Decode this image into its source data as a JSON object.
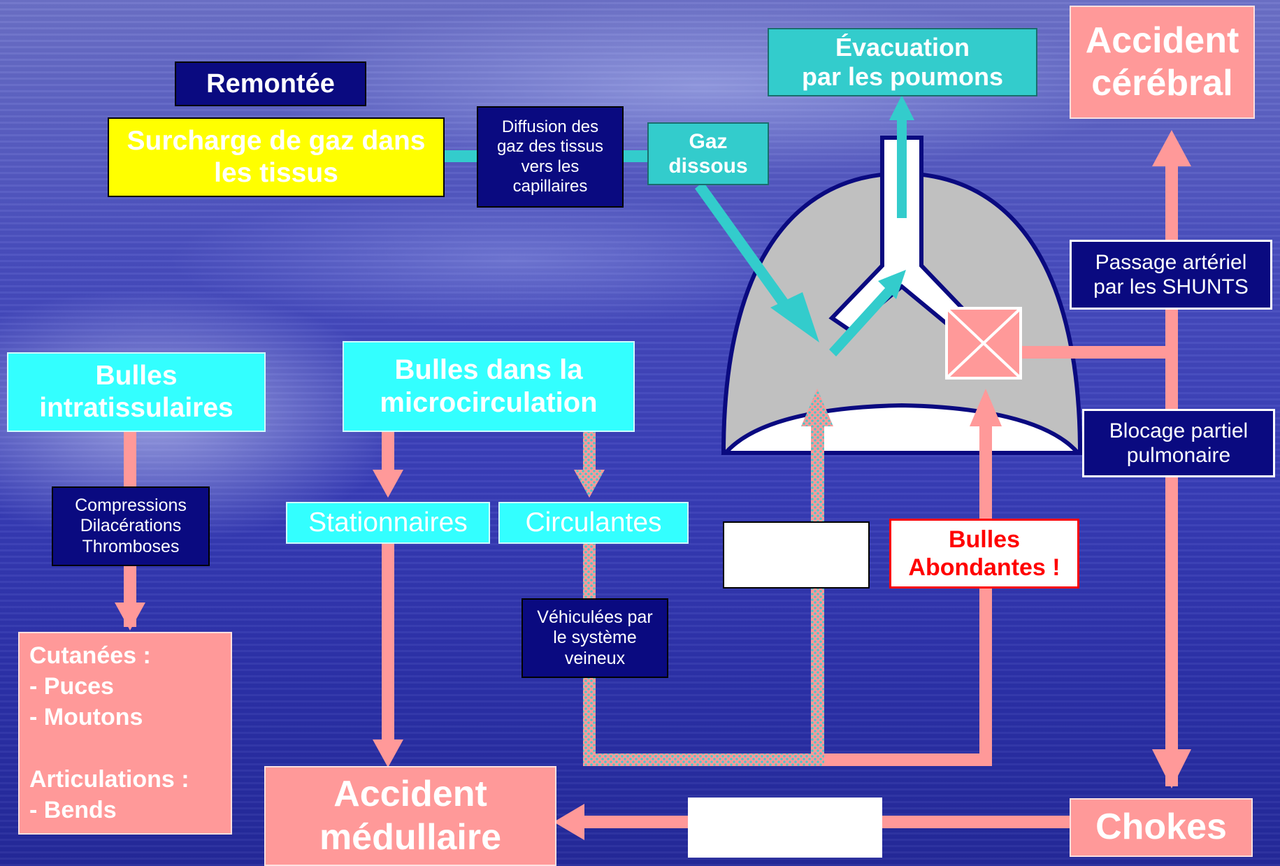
{
  "colors": {
    "navy": "#0a0a80",
    "cyan": "#33ffff",
    "teal": "#33cccc",
    "salmon": "#ff9999",
    "yellow": "#ffff00",
    "alert_red": "#ff0000",
    "lung_grey": "#c0c0c0"
  },
  "boxes": {
    "remontee": "Remontée",
    "surcharge": "Surcharge de gaz dans\nles tissus",
    "diffusion": "Diffusion des\ngaz des tissus\nvers les\ncapillaires",
    "gaz_dissous": "Gaz\ndissous",
    "evacuation": "Évacuation\npar les poumons",
    "accident_cerebral": "Accident\ncérébral",
    "passage_arteriel": "Passage artériel\npar les SHUNTS",
    "blocage_partiel": "Blocage partiel\npulmonaire",
    "bulles_intratissulaires": "Bulles\nintratissulaires",
    "bulles_microcirculation": "Bulles dans la\nmicrocirculation",
    "compressions": "Compressions\nDilacérations\nThromboses",
    "stationnaires": "Stationnaires",
    "circulantes": "Circulantes",
    "vehiculees": "Véhiculées par\nle système\nveineux",
    "bulles_abondantes": "Bulles\nAbondantes !",
    "cutanees": "Cutanées :\n      - Puces\n      - Moutons\n\nArticulations :\n      - Bends",
    "accident_medullaire": "Accident\nmédullaire",
    "chokes": "Chokes"
  },
  "icons": {
    "lung": "lung-diagram",
    "shunt": "crossed-box-icon"
  }
}
